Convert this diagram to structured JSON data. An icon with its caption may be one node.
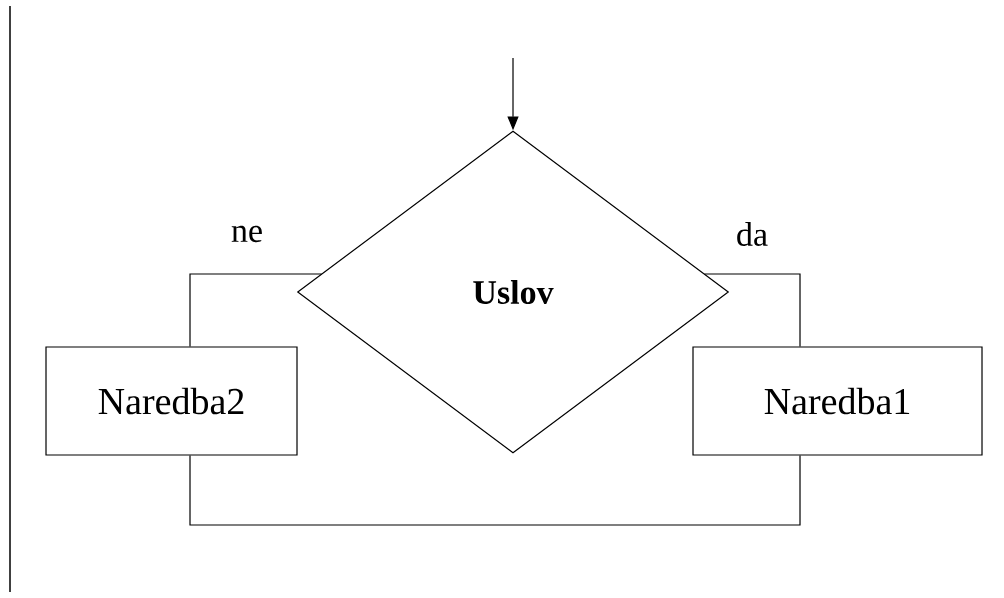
{
  "diagram": {
    "nodes": [
      {
        "text": [
          "Uslov"
        ]
      },
      {
        "text": [
          "Naredba2"
        ]
      },
      {
        "text": [
          "Naredba1"
        ]
      }
    ],
    "edges": [
      {
        "from": null,
        "to": 0,
        "arrow": "to"
      },
      {
        "from": 0,
        "to": 1,
        "arrow": "none",
        "label": "ne"
      },
      {
        "from": 0,
        "to": 2,
        "arrow": "none",
        "label": "da"
      },
      {
        "from": 1,
        "to": 2,
        "arrow": "none"
      }
    ]
  }
}
